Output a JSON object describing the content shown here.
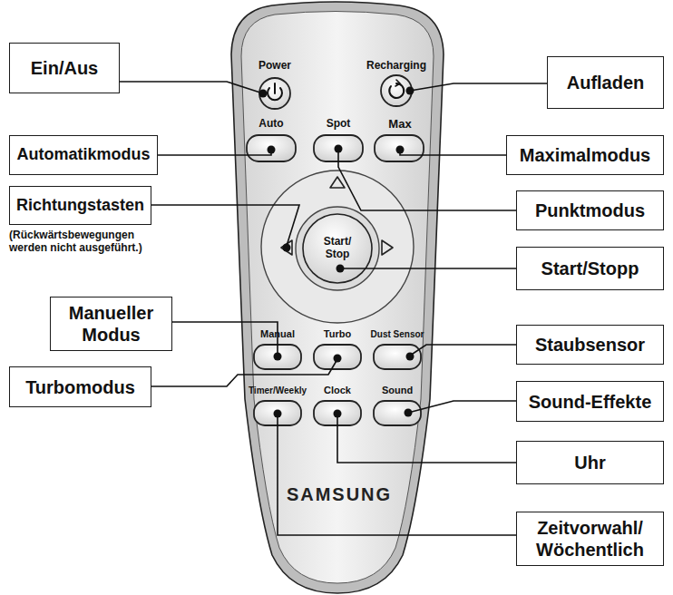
{
  "diagram": {
    "nodes": [
      {
        "text": [
          "Ein/Aus"
        ]
      },
      {
        "text": [
          "Aufladen"
        ]
      },
      {
        "text": [
          "Automatikmodus"
        ]
      },
      {
        "text": [
          "Maximalmodus"
        ]
      },
      {
        "text": [
          "Richtungstasten"
        ]
      },
      {
        "text": [
          "Punktmodus"
        ]
      },
      {
        "text": [
          "Start/Stopp"
        ]
      },
      {
        "text": [
          "Manueller Modus"
        ]
      },
      {
        "text": [
          "Staubsensor"
        ]
      },
      {
        "text": [
          "Turbomodus"
        ]
      },
      {
        "text": [
          "Sound-Effekte"
        ]
      },
      {
        "text": [
          "Uhr"
        ]
      },
      {
        "text": [
          "Zeitvorwahl/ Wöchentlich"
        ]
      }
    ],
    "labels": [
      "(Rückwärtsbewegungen werden nicht ausgeführt.)",
      "Power",
      "Recharging",
      "Auto",
      "Spot",
      "Max",
      "Start/ Stop",
      "Manual",
      "Turbo",
      "Dust Sensor",
      "Timer/Weekly",
      "Clock",
      "Sound",
      "SAMSUNG"
    ]
  }
}
